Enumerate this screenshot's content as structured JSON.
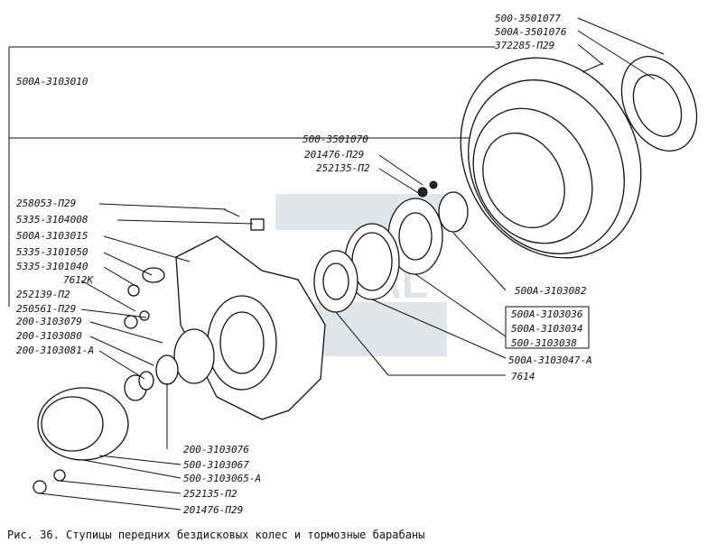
{
  "labels": {
    "assembly": "500А-3103010",
    "top1": "500-3501077",
    "top2": "500А-3501076",
    "top3": "372285-П29",
    "drum": "500-3501070",
    "r1": "201476-П29",
    "r2": "252135-П2",
    "l1": "258053-П29",
    "l2": "5335-3104008",
    "l3": "500А-3103015",
    "l4": "5335-3101050",
    "l5": "5335-3101040",
    "l6": "7612К",
    "l7": "252139-П2",
    "l8": "250561-П29",
    "l9": "200-3103079",
    "l10": "200-3103080",
    "l11": "200-3103081-А",
    "m1": "500А-3103082",
    "m2": "500А-3103036",
    "m3": "500А-3103034",
    "m4": "500-3103038",
    "m5": "500А-3103047-А",
    "m6": "7614",
    "b1": "200-3103076",
    "b2": "500-3103067",
    "b3": "500-3103065-А",
    "b4": "252135-П2",
    "b5": "201476-П29"
  },
  "caption": "Рис. 36. Ступицы передних бездисковых колес и тормозные барабаны",
  "watermark": "AL"
}
